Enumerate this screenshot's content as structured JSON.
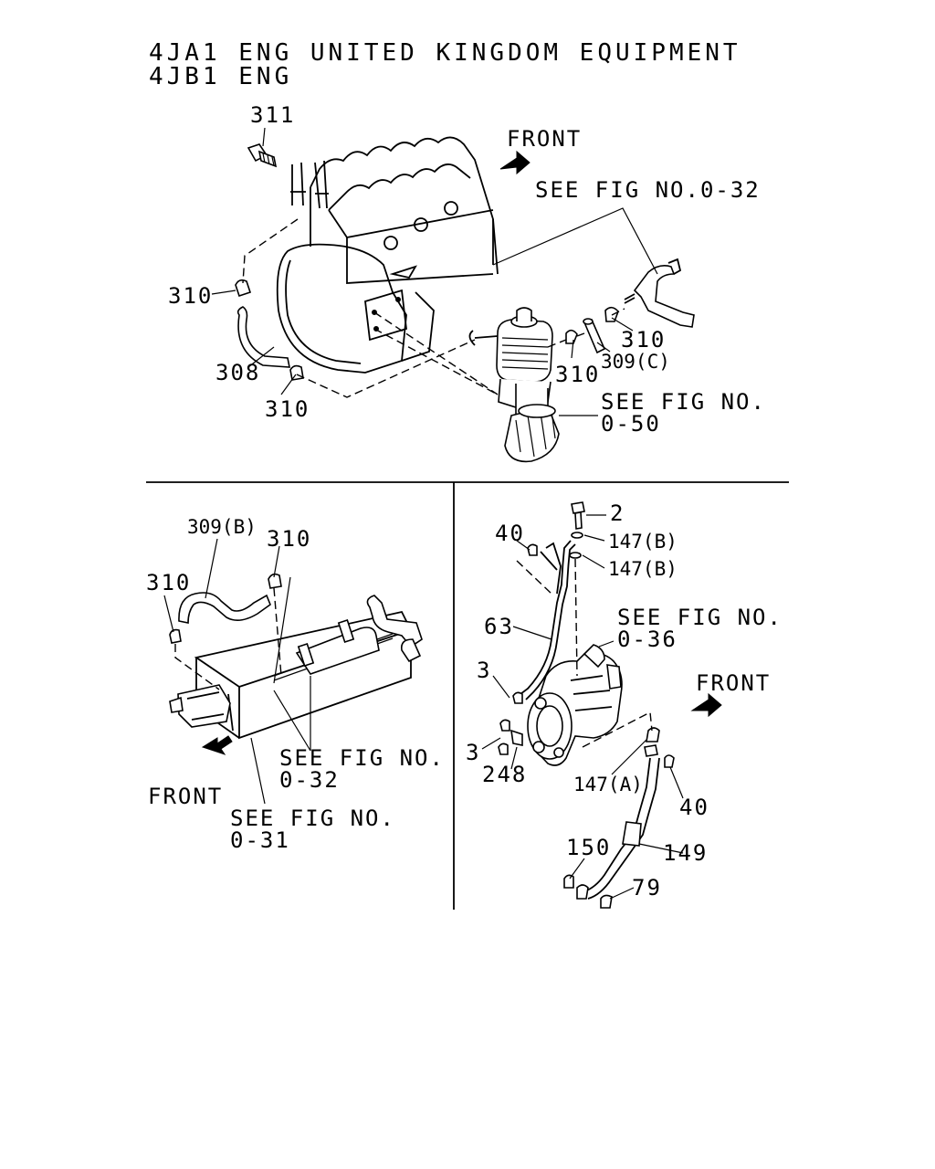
{
  "header": {
    "line1": "4JA1 ENG UNITED KINGDOM EQUIPMENT",
    "line2": "4JB1 ENG"
  },
  "top_panel": {
    "front_label": "FRONT",
    "ref_0_32": "SEE FIG NO.0-32",
    "ref_0_50_line1": "SEE FIG NO.",
    "ref_0_50_line2": "0-50",
    "parts": {
      "p311": "311",
      "p310_a": "310",
      "p308": "308",
      "p310_b": "310",
      "p310_c": "310",
      "p309c": "309(C)",
      "p310_d": "310"
    }
  },
  "left_panel": {
    "front_label": "FRONT",
    "ref_0_32_line1": "SEE FIG NO.",
    "ref_0_32_line2": "0-32",
    "ref_0_31_line1": "SEE FIG NO.",
    "ref_0_31_line2": "0-31",
    "parts": {
      "p309b": "309(B)",
      "p310_a": "310",
      "p310_b": "310"
    }
  },
  "right_panel": {
    "front_label": "FRONT",
    "ref_0_36_line1": "SEE FIG NO.",
    "ref_0_36_line2": "0-36",
    "parts": {
      "p2": "2",
      "p40_a": "40",
      "p147b_a": "147(B)",
      "p147b_b": "147(B)",
      "p63": "63",
      "p3_a": "3",
      "p3_b": "3",
      "p248": "248",
      "p147a": "147(A)",
      "p40_b": "40",
      "p150": "150",
      "p149": "149",
      "p79": "79"
    }
  }
}
